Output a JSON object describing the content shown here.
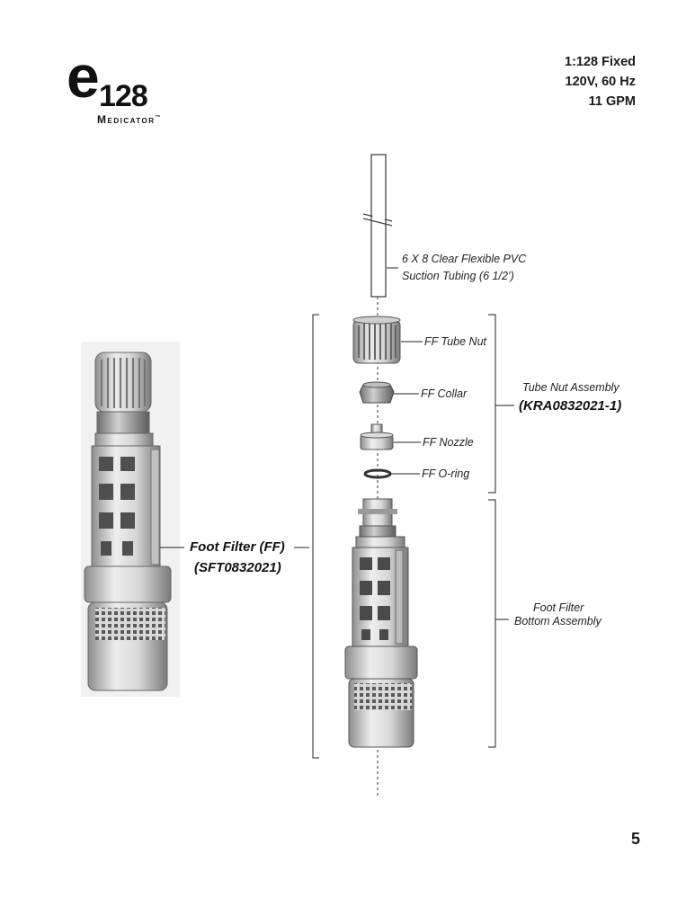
{
  "logo": {
    "letter": "e",
    "number": "128",
    "name": "Medicator",
    "tm": "™"
  },
  "specs": [
    "1:128 Fixed",
    "120V, 60 Hz",
    "11 GPM"
  ],
  "labels": {
    "tubing_line1": "6 X 8 Clear Flexible PVC",
    "tubing_line2": "Suction Tubing (6 1/2’)",
    "tube_nut": "FF Tube Nut",
    "collar": "FF Collar",
    "nozzle": "FF Nozzle",
    "oring": "FF O-ring",
    "tube_nut_assembly": "Tube Nut Assembly",
    "tube_nut_assembly_pn": "(KRA0832021-1)",
    "foot_filter": "Foot Filter (FF)",
    "foot_filter_pn": "(SFT0832021)",
    "bottom_line1": "Foot Filter",
    "bottom_line2": "Bottom Assembly"
  },
  "page_number": "5"
}
